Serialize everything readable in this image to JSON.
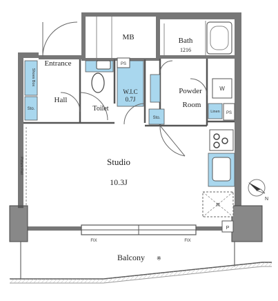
{
  "rooms": {
    "mb": "MB",
    "bath": "Bath",
    "bath_size": "1216",
    "entrance": "Entrance",
    "hall": "Hall",
    "toilet": "Toilet",
    "wic": "W.I.C",
    "wic_size": "0.7J",
    "powder": "Powder",
    "powder_room": "Room",
    "studio": "Studio",
    "studio_size": "10.3J",
    "balcony": "Balcony"
  },
  "labels": {
    "ps": "PS",
    "sto": "Sto.",
    "shoes_box": "Shoes Box",
    "linen": "Linen",
    "washer": "W",
    "pipe": "P",
    "fix": "FIX",
    "fridge": "R",
    "balcony_mark": "※",
    "picture_rail": "Picture Rail",
    "north": "N"
  },
  "colors": {
    "wall": "#777777",
    "storage": "#a9d7ee",
    "line": "#555555"
  }
}
